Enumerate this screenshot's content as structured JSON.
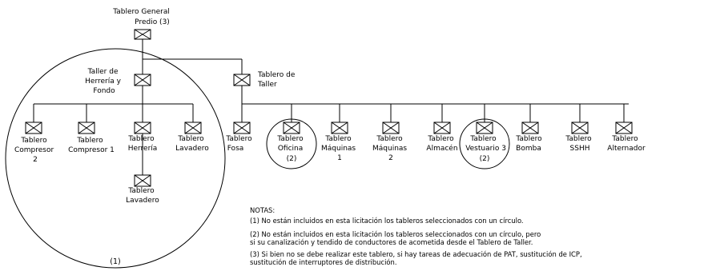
{
  "main_panel": {
    "label": [
      "Tablero General",
      "Predio (3)"
    ]
  },
  "herreria_panel": {
    "label": [
      "Taller de",
      "Herrería y",
      "Fondo"
    ]
  },
  "taller_panel": {
    "label": [
      "Tablero de",
      "Taller"
    ]
  },
  "herreria_children": [
    {
      "label": [
        "Tablero",
        "Compresor",
        "2"
      ]
    },
    {
      "label": [
        "Tablero",
        "Compresor 1"
      ]
    },
    {
      "label": [
        "Tablero",
        "Herrería"
      ]
    },
    {
      "label": [
        "Tablero",
        "Lavadero"
      ]
    }
  ],
  "herreria_sub": {
    "label": [
      "Tablero",
      "Lavadero"
    ]
  },
  "taller_children": [
    {
      "label": [
        "Tablero",
        "Fosa"
      ]
    },
    {
      "label": [
        "Tablero",
        "Oficina"
      ],
      "circled": true,
      "note": "(2)"
    },
    {
      "label": [
        "Tablero",
        "Máquinas",
        "1"
      ]
    },
    {
      "label": [
        "Tablero",
        "Máquinas",
        "2"
      ]
    },
    {
      "label": [
        "Tablero",
        "Almacén"
      ]
    },
    {
      "label": [
        "Tablero",
        "Vestuario 3"
      ],
      "circled": true,
      "note": "(2)"
    },
    {
      "label": [
        "Tablero",
        "Bomba"
      ]
    },
    {
      "label": [
        "Tablero",
        "SSHH"
      ]
    },
    {
      "label": [
        "Tablero",
        "Alternador"
      ]
    }
  ],
  "big_circle_note": "(1)",
  "notes": {
    "title": "NOTAS:",
    "lines": [
      "(1) No están incluidos en esta licitación los tableros seleccionados con un círculo.",
      "(2) No están incluidos en esta licitación los tableros seleccionados con un círculo, pero",
      "si su canalización y tendido de conductores de acometida desde el Tablero de Taller.",
      "(3) Si bien no se debe realizar este tablero, si hay tareas de adecuación de PAT, sustitución de ICP,",
      "sustitución de interruptores de distribución."
    ]
  }
}
